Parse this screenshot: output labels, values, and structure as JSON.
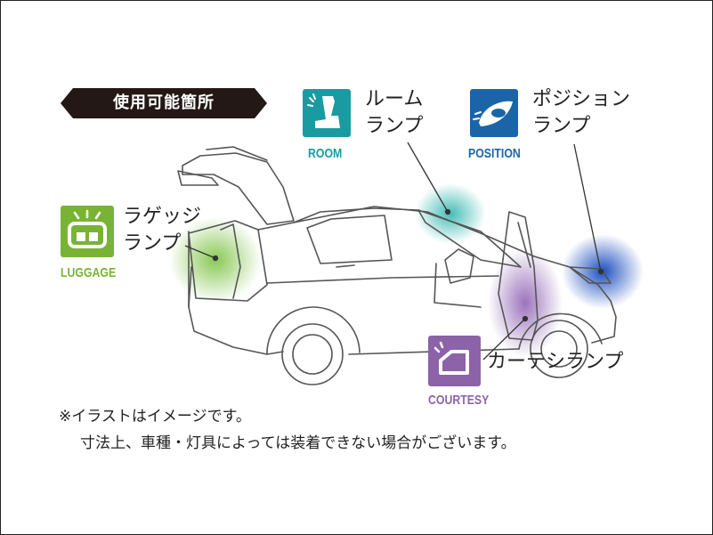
{
  "banner": {
    "title": "使用可能箇所"
  },
  "lamps": {
    "room": {
      "label_line1": "ルーム",
      "label_line2": "ランプ",
      "caption": "ROOM",
      "color": "#1a9ba1",
      "icon": "seat-icon"
    },
    "position": {
      "label_line1": "ポジション",
      "label_line2": "ランプ",
      "caption": "POSITION",
      "color": "#1c64a8",
      "icon": "headlight-icon"
    },
    "luggage": {
      "label_line1": "ラゲッジ",
      "label_line2": "ランプ",
      "caption": "LUGGAGE",
      "color": "#79b336",
      "icon": "cargo-icon"
    },
    "courtesy": {
      "label": "カーテシランプ",
      "caption": "COURTESY",
      "color": "#8c63a8",
      "icon": "open-door-icon"
    }
  },
  "notes": {
    "line1": "※イラストはイメージです。",
    "line2": "寸法上、車種・灯具によっては装着できない場合がございます。"
  }
}
